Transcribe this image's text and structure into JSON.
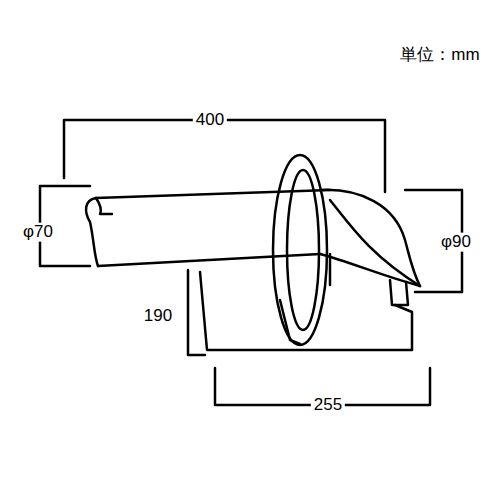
{
  "diagram": {
    "labels": [
      "単位：mm",
      "400",
      "φ70",
      "φ90",
      "190",
      "255"
    ]
  }
}
